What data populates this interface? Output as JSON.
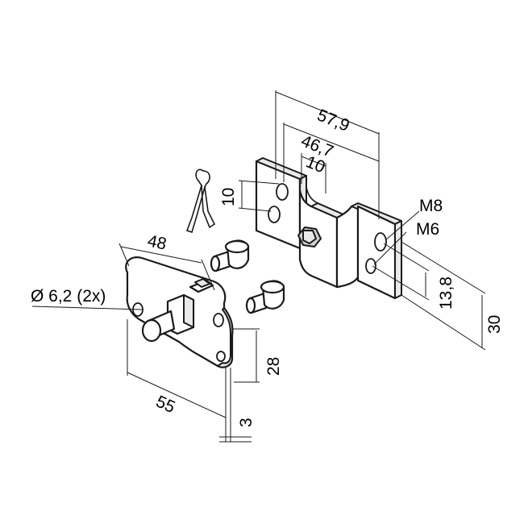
{
  "dimensions": {
    "d579": "57,9",
    "d467": "46,7",
    "d10a": "10",
    "d10b": "10",
    "m8": "M8",
    "m6": "M6",
    "d138": "13,8",
    "d30": "30",
    "d48": "48",
    "dhole": "Ø 6,2 (2x)",
    "d28": "28",
    "d55": "55",
    "d3": "3"
  },
  "colors": {
    "line": "#1a1a1a",
    "text": "#000000",
    "background": "#ffffff"
  }
}
